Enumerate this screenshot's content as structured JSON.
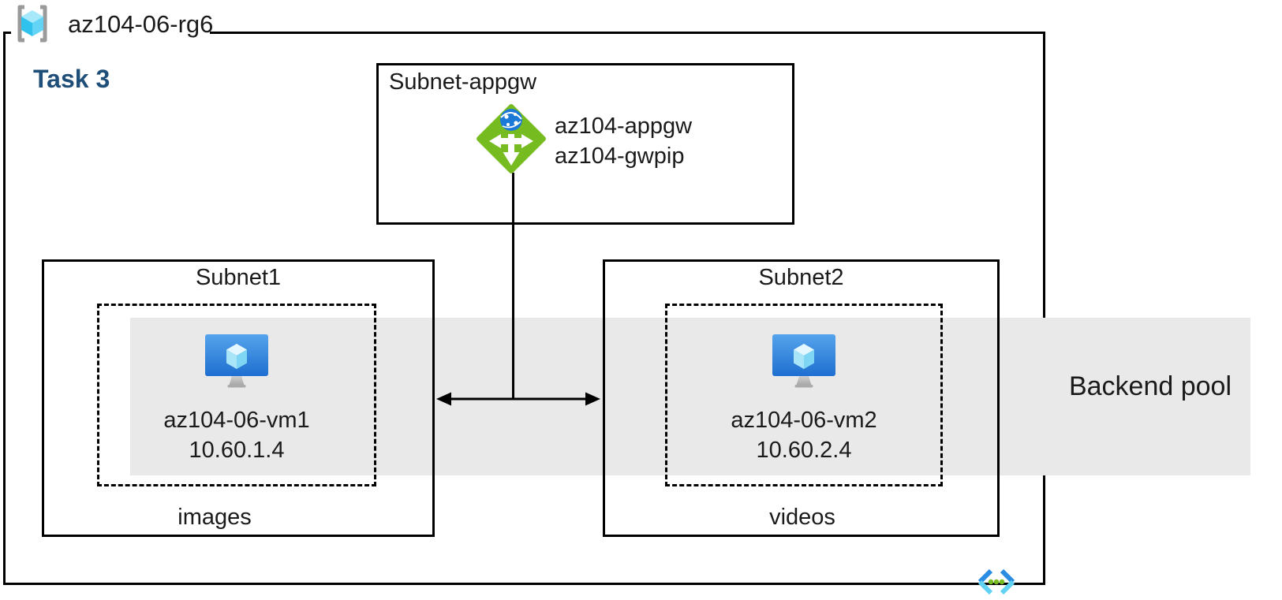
{
  "title": {
    "resource_group": "az104-06-rg6",
    "task": "Task 3"
  },
  "appgw_subnet": {
    "label": "Subnet-appgw",
    "gateway_name": "az104-appgw",
    "gateway_pip": "az104-gwpip"
  },
  "subnet1": {
    "label": "Subnet1",
    "vm_name": "az104-06-vm1",
    "vm_ip": "10.60.1.4",
    "caption": "images"
  },
  "subnet2": {
    "label": "Subnet2",
    "vm_name": "az104-06-vm2",
    "vm_ip": "10.60.2.4",
    "caption": "videos"
  },
  "backend_pool": {
    "label": "Backend pool"
  },
  "icons": {
    "resource_group": "resource-group-icon",
    "application_gateway": "application-gateway-icon",
    "virtual_machine": "virtual-machine-icon",
    "virtual_network": "virtual-network-icon"
  },
  "colors": {
    "task_text": "#1F4E79",
    "backend_band": "#E9E9E9",
    "appgw_green": "#76BC21",
    "globe_blue": "#1B79D7",
    "vm_screen_top": "#55A4EC",
    "vm_screen_bottom": "#1E6FD0",
    "cube_cyan": "#45C8F1",
    "vnet_dark_blue": "#2B8CE3",
    "vnet_light_blue": "#62D2F4",
    "dot_green": "#76BC21",
    "bracket_gray": "#9A9A9A",
    "line_black": "#000000"
  }
}
